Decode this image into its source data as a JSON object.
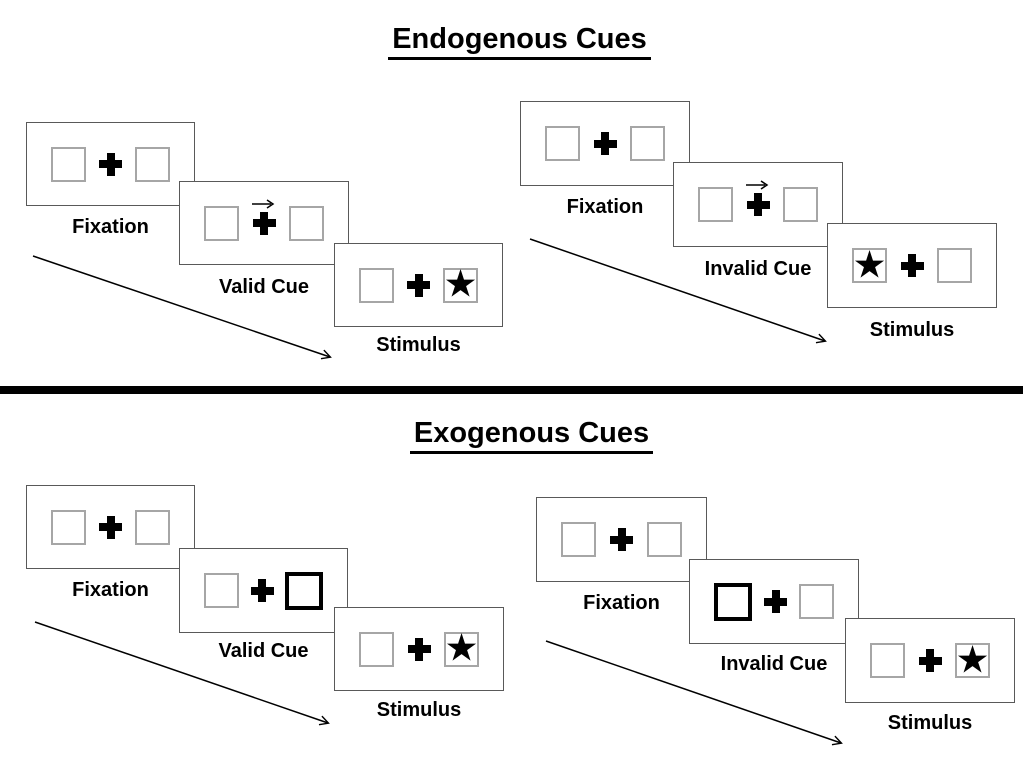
{
  "colors": {
    "background": "#ffffff",
    "panel_border": "#595959",
    "placeholder_box_border": "#a6a6a6",
    "cue_box_border": "#000000",
    "ink": "#000000",
    "divider": "#000000"
  },
  "icons": {
    "star": "★",
    "plus": "fixation-cross",
    "cue_arrow": "right-arrow",
    "timeline_arrow": "diagonal-arrow"
  },
  "sections": [
    {
      "title": "Endogenous Cues",
      "groups": [
        {
          "name": "valid-trial",
          "panels": [
            {
              "label": "Fixation",
              "type": "fixation"
            },
            {
              "label": "Valid Cue",
              "type": "arrow-cue",
              "cue_direction": "right"
            },
            {
              "label": "Stimulus",
              "type": "stimulus",
              "star_side": "right"
            }
          ]
        },
        {
          "name": "invalid-trial",
          "panels": [
            {
              "label": "Fixation",
              "type": "fixation"
            },
            {
              "label": "Invalid Cue",
              "type": "arrow-cue",
              "cue_direction": "right"
            },
            {
              "label": "Stimulus",
              "type": "stimulus",
              "star_side": "left"
            }
          ]
        }
      ]
    },
    {
      "title": "Exogenous Cues",
      "groups": [
        {
          "name": "valid-trial",
          "panels": [
            {
              "label": "Fixation",
              "type": "fixation"
            },
            {
              "label": "Valid Cue",
              "type": "box-cue",
              "cue_side": "right"
            },
            {
              "label": "Stimulus",
              "type": "stimulus",
              "star_side": "right"
            }
          ]
        },
        {
          "name": "invalid-trial",
          "panels": [
            {
              "label": "Fixation",
              "type": "fixation"
            },
            {
              "label": "Invalid Cue",
              "type": "box-cue",
              "cue_side": "left"
            },
            {
              "label": "Stimulus",
              "type": "stimulus",
              "star_side": "right"
            }
          ]
        }
      ]
    }
  ]
}
